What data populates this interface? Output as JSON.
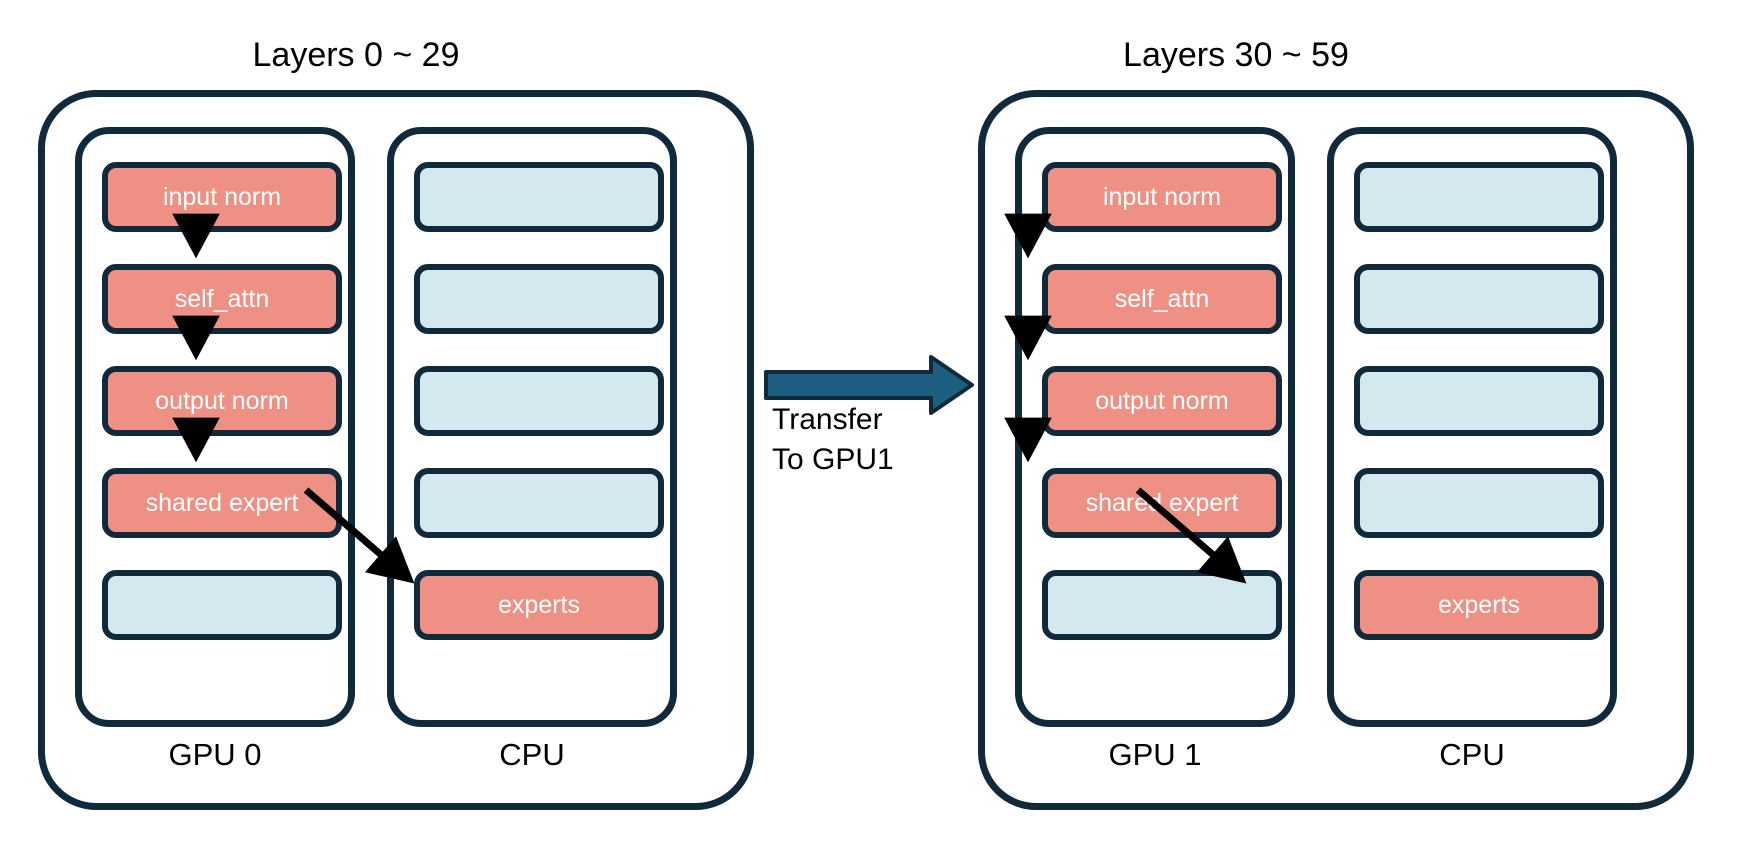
{
  "figure": {
    "background": "#ffffff",
    "outline_color": "#10293b",
    "gpu_block_color": "#ee9184",
    "cpu_block_color": "#d3e8ef",
    "transfer_arrow_color": "#1d5f80",
    "flow_arrow_color": "#000000"
  },
  "groups": [
    {
      "title": "Layers 0 ~ 29",
      "gpu": {
        "label": "GPU 0",
        "blocks": [
          {
            "label": "input norm",
            "kind": "red"
          },
          {
            "label": "self_attn",
            "kind": "red"
          },
          {
            "label": "output norm",
            "kind": "red"
          },
          {
            "label": "shared expert",
            "kind": "red"
          },
          {
            "label": "",
            "kind": "blue"
          }
        ]
      },
      "cpu": {
        "label": "CPU",
        "blocks": [
          {
            "label": "",
            "kind": "blue"
          },
          {
            "label": "",
            "kind": "blue"
          },
          {
            "label": "",
            "kind": "blue"
          },
          {
            "label": "",
            "kind": "blue"
          },
          {
            "label": "experts",
            "kind": "red"
          }
        ]
      }
    },
    {
      "title": "Layers 30 ~ 59",
      "gpu": {
        "label": "GPU 1",
        "blocks": [
          {
            "label": "input norm",
            "kind": "red"
          },
          {
            "label": "self_attn",
            "kind": "red"
          },
          {
            "label": "output norm",
            "kind": "red"
          },
          {
            "label": "shared expert",
            "kind": "red"
          },
          {
            "label": "",
            "kind": "blue"
          }
        ]
      },
      "cpu": {
        "label": "CPU",
        "blocks": [
          {
            "label": "",
            "kind": "blue"
          },
          {
            "label": "",
            "kind": "blue"
          },
          {
            "label": "",
            "kind": "blue"
          },
          {
            "label": "",
            "kind": "blue"
          },
          {
            "label": "experts",
            "kind": "red"
          }
        ]
      }
    }
  ],
  "transfer": {
    "line1": "Transfer",
    "line2": "To GPU1"
  }
}
